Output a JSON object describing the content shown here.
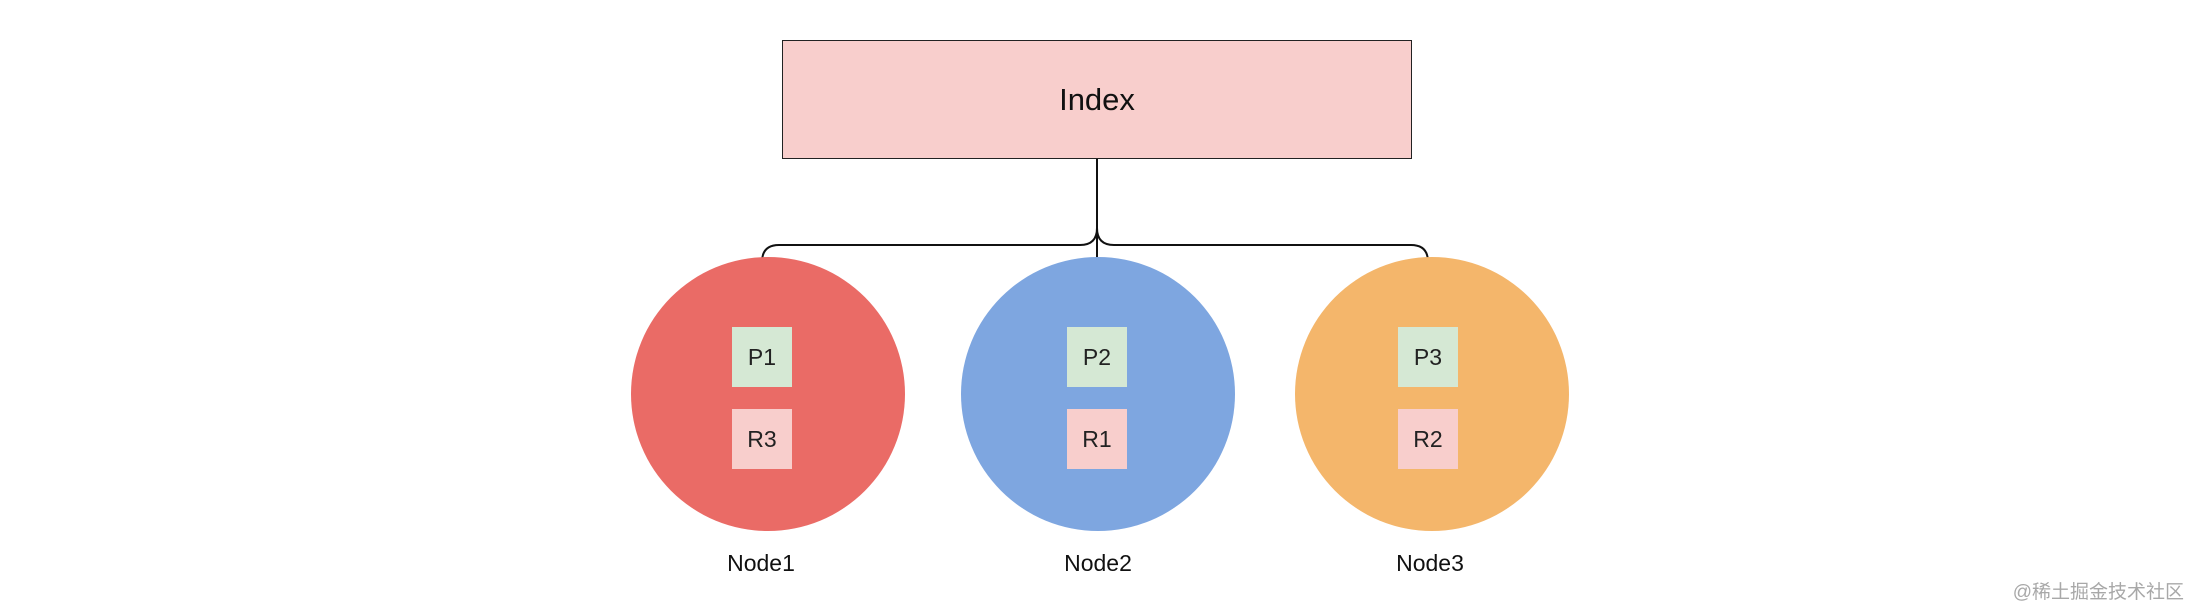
{
  "index": {
    "label": "Index",
    "fill": "#f8cecc"
  },
  "colors": {
    "primary_shard": "#d5e8d4",
    "replica_shard": "#f8cecc",
    "connector": "#111111"
  },
  "nodes": [
    {
      "name": "Node1",
      "fill": "#ea6b66",
      "primary": "P1",
      "replica": "R3"
    },
    {
      "name": "Node2",
      "fill": "#7ea6e0",
      "primary": "P2",
      "replica": "R1"
    },
    {
      "name": "Node3",
      "fill": "#f4b66b",
      "primary": "P3",
      "replica": "R2"
    }
  ],
  "watermark": "@稀土掘金技术社区"
}
